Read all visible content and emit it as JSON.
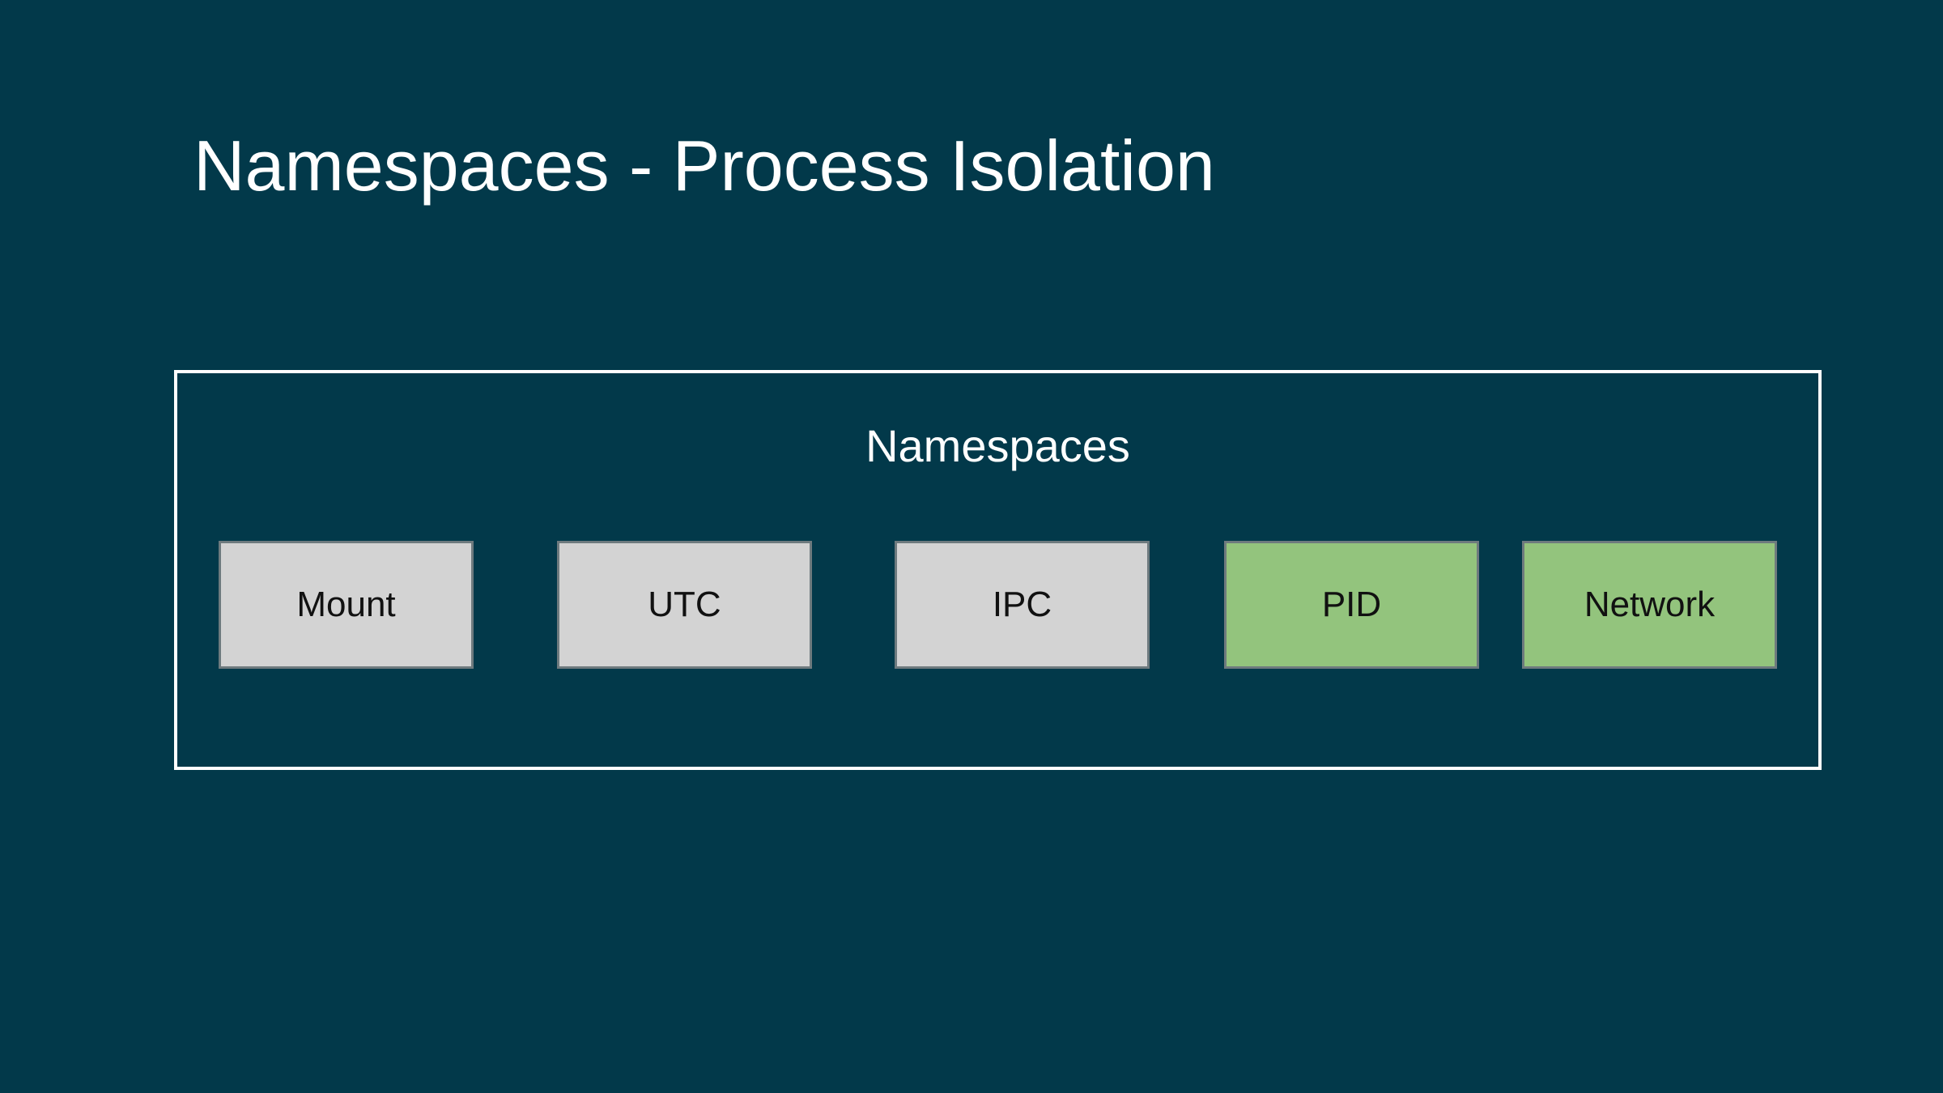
{
  "slide": {
    "title": "Namespaces - Process Isolation",
    "background_color": "#02394a"
  },
  "diagram": {
    "group_label": "Namespaces",
    "namespaces": [
      {
        "label": "Mount",
        "highlighted": false,
        "color": "#d3d3d3"
      },
      {
        "label": "UTC",
        "highlighted": false,
        "color": "#d3d3d3"
      },
      {
        "label": "IPC",
        "highlighted": false,
        "color": "#d3d3d3"
      },
      {
        "label": "PID",
        "highlighted": true,
        "color": "#93c47d"
      },
      {
        "label": "Network",
        "highlighted": true,
        "color": "#93c47d"
      }
    ]
  }
}
